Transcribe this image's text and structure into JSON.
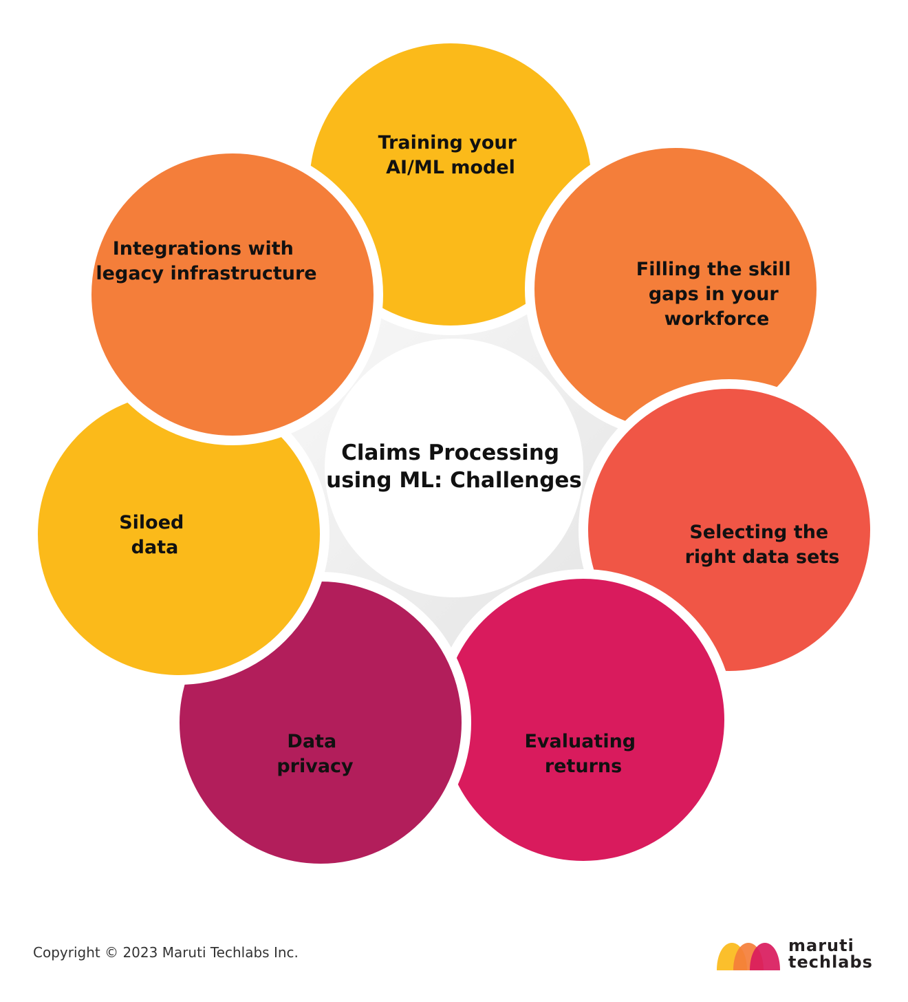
{
  "diagram": {
    "center_title": [
      "Claims Processing",
      "using ML: Challenges"
    ],
    "petals": [
      {
        "id": "training",
        "lines": [
          "Training your",
          "AI/ML model"
        ],
        "color": "#FBBA1A"
      },
      {
        "id": "skill-gaps",
        "lines": [
          "Filling the skill",
          "gaps in your",
          "workforce"
        ],
        "color": "#F47E3A"
      },
      {
        "id": "data-sets",
        "lines": [
          "Selecting the",
          "right data sets"
        ],
        "color": "#F05646"
      },
      {
        "id": "returns",
        "lines": [
          "Evaluating",
          "returns"
        ],
        "color": "#D91B5D"
      },
      {
        "id": "privacy",
        "lines": [
          "Data",
          "privacy"
        ],
        "color": "#B21E5B"
      },
      {
        "id": "siloed",
        "lines": [
          "Siloed",
          "data"
        ],
        "color": "#FBBA1A"
      },
      {
        "id": "integrations",
        "lines": [
          "Integrations with",
          "legacy infrastructure"
        ],
        "color": "#F47E3A"
      }
    ]
  },
  "footer": {
    "copyright": "Copyright © 2023 Maruti Techlabs Inc."
  },
  "logo": {
    "line1": "maruti",
    "line2": "techlabs",
    "colors": [
      "#FBBA1A",
      "#F47E3A",
      "#D91B5D"
    ]
  }
}
